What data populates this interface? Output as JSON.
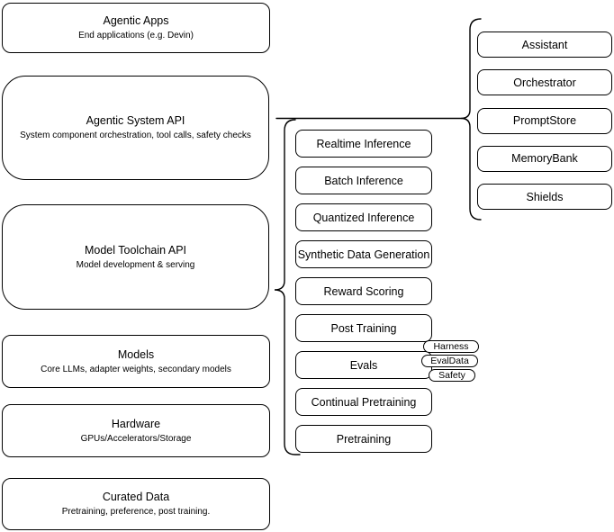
{
  "colors": {
    "stroke": "#000000",
    "background": "#ffffff"
  },
  "left_stack": [
    {
      "title": "Agentic Apps",
      "subtitle": "End applications (e.g. Devin)"
    },
    {
      "title": "Agentic System API",
      "subtitle": "System component orchestration, tool calls, safety checks"
    },
    {
      "title": "Model Toolchain API",
      "subtitle": "Model development & serving"
    },
    {
      "title": "Models",
      "subtitle": "Core LLMs, adapter weights, secondary models"
    },
    {
      "title": "Hardware",
      "subtitle": "GPUs/Accelerators/Storage"
    },
    {
      "title": "Curated Data",
      "subtitle": "Pretraining, preference, post training."
    }
  ],
  "toolchain_items": [
    "Realtime Inference",
    "Batch Inference",
    "Quantized Inference",
    "Synthetic Data Generation",
    "Reward Scoring",
    "Post Training",
    "Evals",
    "Continual Pretraining",
    "Pretraining"
  ],
  "eval_tags": [
    "Harness",
    "EvalData",
    "Safety"
  ],
  "system_components": [
    "Assistant",
    "Orchestrator",
    "PromptStore",
    "MemoryBank",
    "Shields"
  ]
}
